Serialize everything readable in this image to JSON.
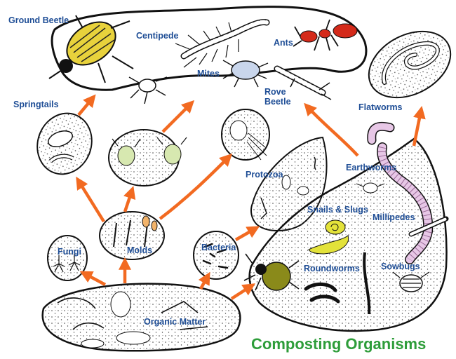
{
  "title": "Composting Organisms",
  "colors": {
    "label": "#1f4e96",
    "title": "#2e9d3a",
    "arrow": "#f26a21",
    "outline": "#111111",
    "ant": "#d42a1a",
    "mite": "#c9d6ec",
    "worm": "#e7c7e6",
    "snail": "#e3e23a",
    "spider_body": "#8a8a1a",
    "protist_green": "#d7e8b0"
  },
  "labels": {
    "ground_beetle": "Ground Beetle",
    "centipede": "Centipede",
    "ants": "Ants",
    "mites": "Mites",
    "rove_beetle": "Rove\nBeetle",
    "springtails": "Springtails",
    "flatworms": "Flatworms",
    "protozoa": "Protozoa",
    "earthworms": "Earthworms",
    "snails_slugs": "Snails & Slugs",
    "millipedes": "Millipedes",
    "fungi": "Fungi",
    "molds": "Molds",
    "bacteria": "Bacteria",
    "roundworms": "Roundworms",
    "sowbugs": "Sowbugs",
    "organic_matter": "Organic Matter"
  },
  "icons": [
    "ground-beetle-icon",
    "centipede-icon",
    "ant-icon",
    "mite-icon",
    "rove-beetle-icon",
    "springtail-icon",
    "flatworm-icon",
    "protozoa-icon",
    "earthworm-icon",
    "snail-icon",
    "slug-icon",
    "millipede-icon",
    "fungi-icon",
    "mold-icon",
    "bacteria-icon",
    "roundworm-icon",
    "sowbug-icon",
    "organic-matter-icon"
  ]
}
